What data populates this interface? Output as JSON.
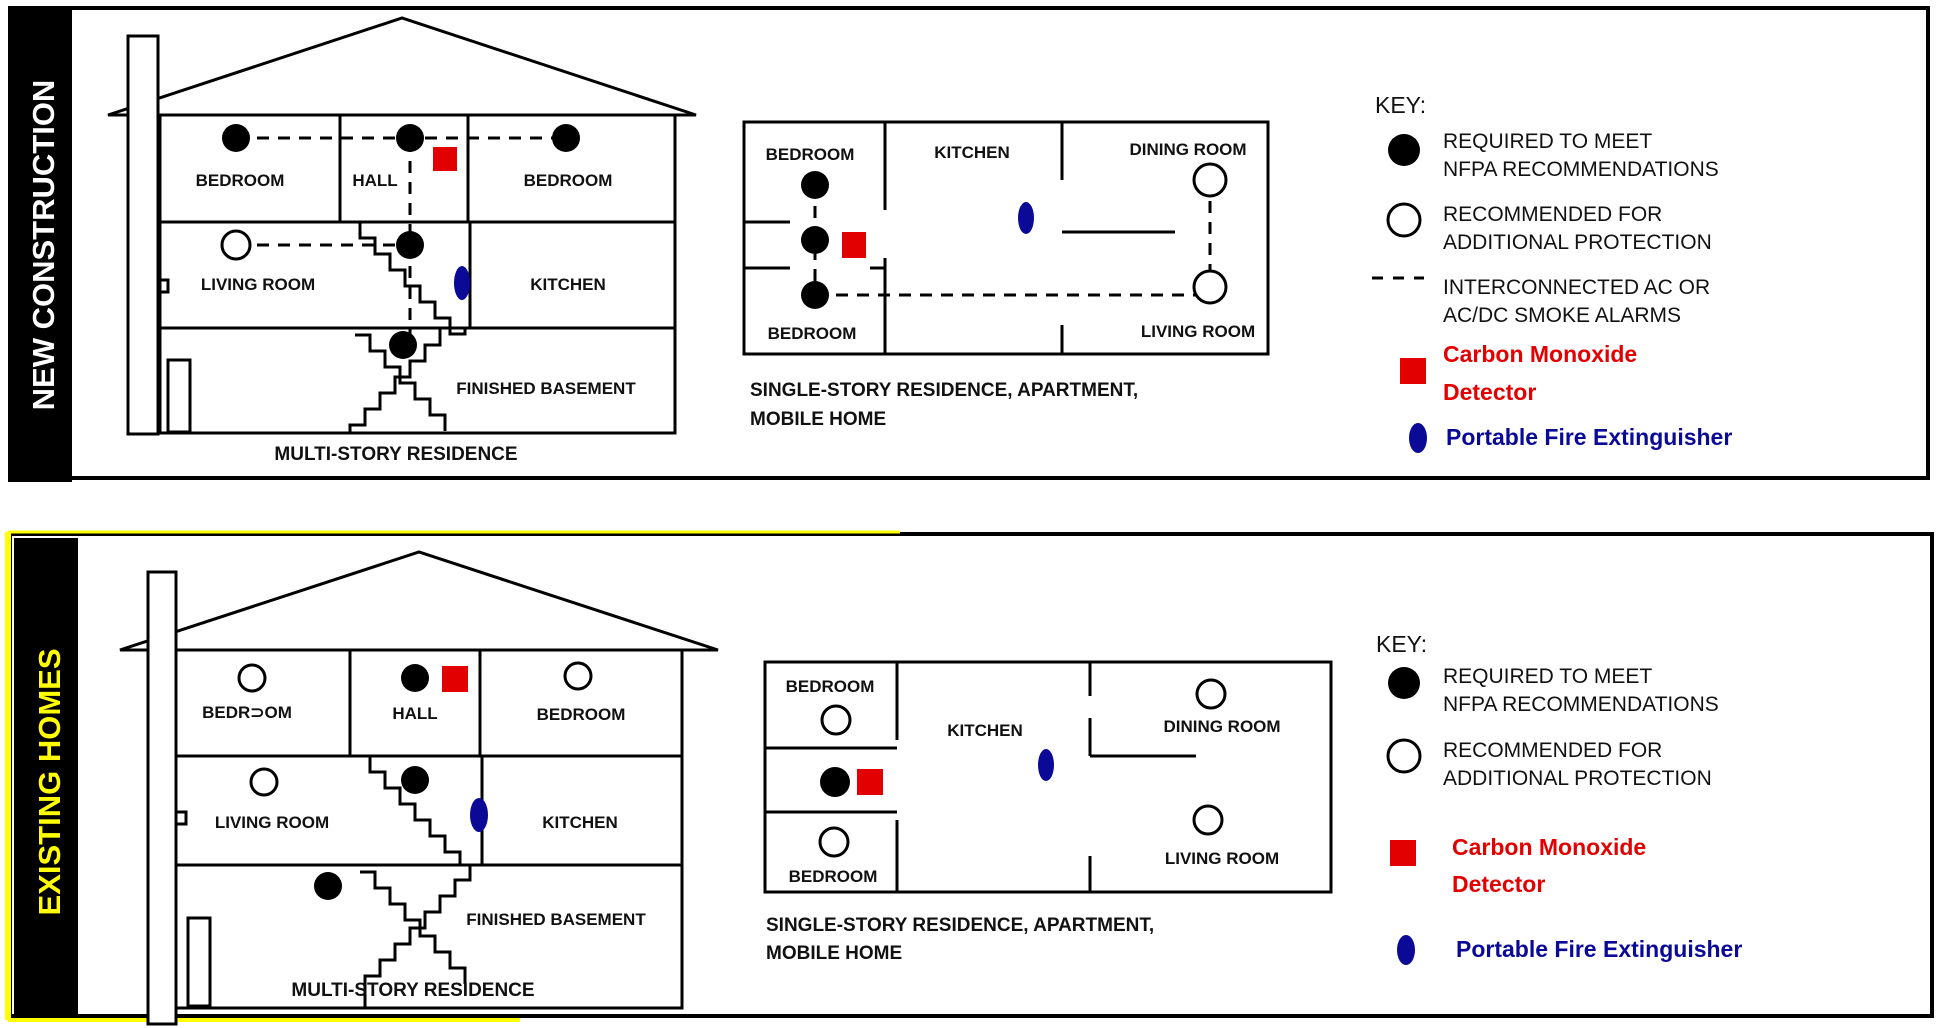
{
  "colors": {
    "co_detector": "#e30000",
    "extinguisher": "#0a0a96",
    "side_band_new": "#000000",
    "side_band_existing": "#000000",
    "side_text_new": "#ffffff",
    "side_text_existing": "#ffff00",
    "frame_existing_accent": "#ffff00"
  },
  "new_construction": {
    "side_label": "NEW CONSTRUCTION",
    "multi": {
      "rooms": {
        "bedroom_left": "BEDROOM",
        "hall": "HALL",
        "bedroom_right": "BEDROOM",
        "living_room": "LIVING ROOM",
        "kitchen": "KITCHEN",
        "finished_basement": "FINISHED BASEMENT"
      },
      "caption": "MULTI-STORY RESIDENCE"
    },
    "single": {
      "rooms": {
        "bedroom_top": "BEDROOM",
        "kitchen": "KITCHEN",
        "dining_room": "DINING ROOM",
        "bedroom_bottom": "BEDROOM",
        "living_room": "LIVING ROOM"
      },
      "caption_line1": "SINGLE-STORY RESIDENCE, APARTMENT,",
      "caption_line2": "MOBILE HOME"
    },
    "key": {
      "title": "KEY:",
      "required_line1": "REQUIRED TO MEET",
      "required_line2": "NFPA RECOMMENDATIONS",
      "recommended_line1": "RECOMMENDED FOR",
      "recommended_line2": "ADDITIONAL PROTECTION",
      "interconnected_line1": "INTERCONNECTED AC OR",
      "interconnected_line2": "AC/DC SMOKE ALARMS",
      "co_line1": "Carbon Monoxide",
      "co_line2": "Detector",
      "extinguisher": "Portable Fire Extinguisher"
    }
  },
  "existing_homes": {
    "side_label": "EXISTING HOMES",
    "multi": {
      "rooms": {
        "bedroom_left": "BEDR⊃OM",
        "hall": "HALL",
        "bedroom_right": "BEDROOM",
        "living_room": "LIVING ROOM",
        "kitchen": "KITCHEN",
        "finished_basement": "FINISHED BASEMENT"
      },
      "caption": "MULTI-STORY RESIDENCE"
    },
    "single": {
      "rooms": {
        "bedroom_top": "BEDROOM",
        "kitchen": "KITCHEN",
        "dining_room": "DINING ROOM",
        "bedroom_bottom": "BEDROOM",
        "living_room": "LIVING ROOM"
      },
      "caption_line1": "SINGLE-STORY RESIDENCE, APARTMENT,",
      "caption_line2": "MOBILE HOME"
    },
    "key": {
      "title": "KEY:",
      "required_line1": "REQUIRED TO MEET",
      "required_line2": "NFPA RECOMMENDATIONS",
      "recommended_line1": "RECOMMENDED FOR",
      "recommended_line2": "ADDITIONAL PROTECTION",
      "co_line1": "Carbon Monoxide",
      "co_line2": "Detector",
      "extinguisher": "Portable Fire Extinguisher"
    }
  }
}
